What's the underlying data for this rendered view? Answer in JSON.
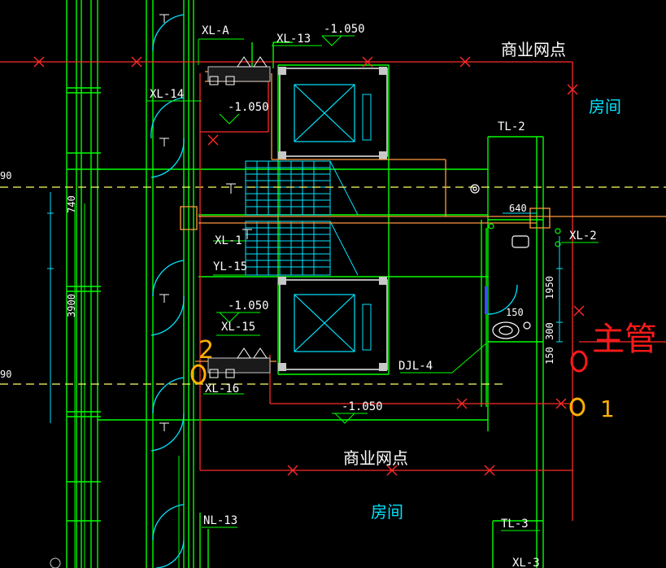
{
  "colors": {
    "background": "#000000",
    "wall": "#00ff00",
    "wall2": "#1fbf1f",
    "water": "#ff2a2a",
    "orange": "#ff9a3c",
    "cyan": "#00e5ff",
    "white": "#ffffff",
    "yellow": "#ffff00",
    "grey": "#c8c8c8",
    "annotation_red": "#ff1a1a",
    "annotation_orange": "#ffb000",
    "blue": "#3050ff"
  },
  "labels": {
    "xl_a": "XL-A",
    "xl_13": "XL-13",
    "xl_14": "XL-14",
    "xl_1": "XL-1",
    "yl_15": "YL-15",
    "xl_15": "XL-15",
    "xl_16": "XL-16",
    "xl_2": "XL-2",
    "tl_2": "TL-2",
    "tl_3": "TL-3",
    "djl_4": "DJL-4",
    "nl_13": "NL-13",
    "xl_3": "XL-3"
  },
  "levels": {
    "top": "-1.050",
    "upper_left": "-1.050",
    "lower_left": "-1.050",
    "bottom": "-1.050"
  },
  "dimensions": {
    "d640": "640",
    "d740": "740",
    "d3900": "3900",
    "d1950": "1950",
    "d150a": "150",
    "d300": "300",
    "d150b": "150",
    "d90a": "90",
    "d90b": "90"
  },
  "rooms": {
    "shop_top": "商业网点",
    "room_right": "房间",
    "shop_bottom": "商业网点",
    "room_bottom": "房间"
  },
  "annotations": {
    "main_pipe": "主管",
    "num_1": "1",
    "num_2": "2"
  }
}
